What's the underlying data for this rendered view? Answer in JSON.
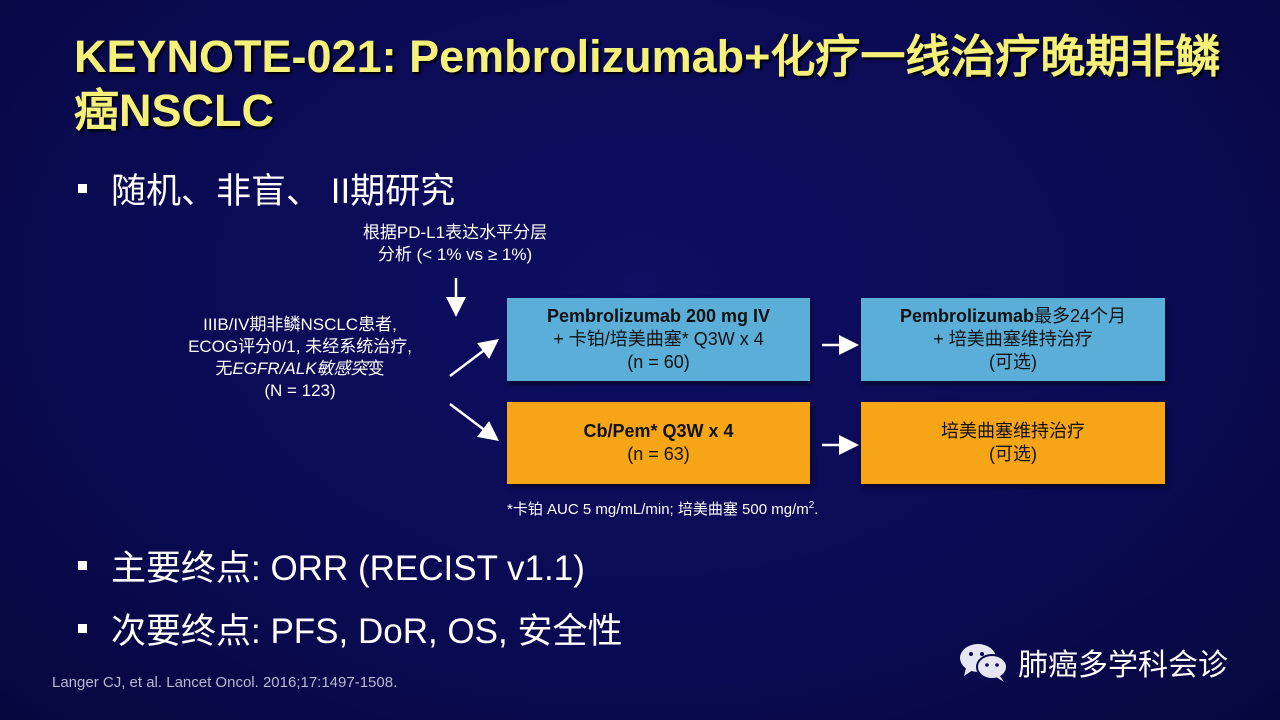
{
  "title": "KEYNOTE-021: Pembrolizumab+化疗一线治疗晚期非鳞癌NSCLC",
  "bullets": [
    "随机、非盲、 II期研究",
    "主要终点: ORR (RECIST v1.1)",
    "次要终点: PFS, DoR, OS, 安全性"
  ],
  "stratification": {
    "line1": "根据PD-L1表达水平分层",
    "line2": "分析 (< 1% vs ≥ 1%)"
  },
  "population": {
    "line1": "IIIB/IV期非鳞NSCLC患者,",
    "line2": "ECOG评分0/1, 未经系统治疗,",
    "line3_prefix": "无",
    "line3_italic": "EGFR/ALK敏感突",
    "line3_suffix": "变",
    "line4": "(N = 123)"
  },
  "arm_a": {
    "line1": "Pembrolizumab 200 mg IV",
    "line2": "+ 卡铂/培美曲塞* Q3W x 4",
    "line3": "(n = 60)"
  },
  "arm_a_maint": {
    "line1_bold": "Pembrolizumab",
    "line1_rest": "最多24个月",
    "line2": "+ 培美曲塞维持治疗",
    "line3": "(可选)"
  },
  "arm_b": {
    "line1": "Cb/Pem* Q3W x 4",
    "line2": "(n = 63)"
  },
  "arm_b_maint": {
    "line1": "培美曲塞维持治疗",
    "line2": "(可选)"
  },
  "footnote": {
    "text": "*卡铂 AUC 5 mg/mL/min; 培美曲塞 500 mg/m",
    "sup": "2",
    "end": "."
  },
  "reference": "Langer CJ, et al. Lancet Oncol. 2016;17:1497-1508.",
  "watermark": "肺癌多学科会诊",
  "colors": {
    "background": "#0a0a52",
    "title": "#f4f07a",
    "arm_a": "#5aaed8",
    "arm_b": "#f5a516"
  }
}
